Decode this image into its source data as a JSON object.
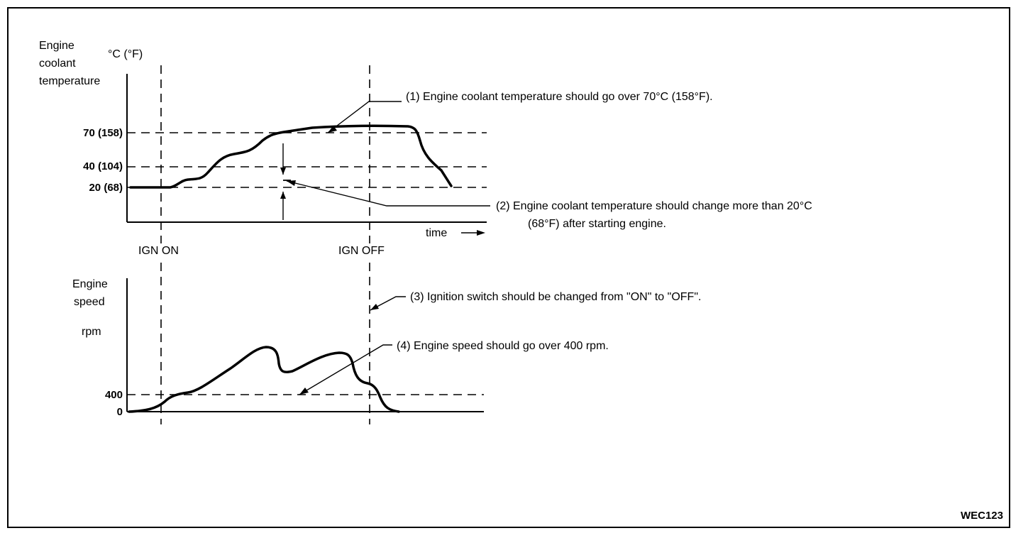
{
  "temp_chart": {
    "ylabel_lines": [
      "Engine",
      "coolant",
      "temperature"
    ],
    "unit": "°C (°F)",
    "ticks": [
      "70 (158)",
      "40 (104)",
      "20 (68)"
    ],
    "time_label": "time"
  },
  "events": {
    "ign_on": "IGN ON",
    "ign_off": "IGN OFF"
  },
  "speed_chart": {
    "ylabel_lines": [
      "Engine",
      "speed"
    ],
    "unit": "rpm",
    "ticks": [
      "400",
      "0"
    ]
  },
  "notes": {
    "n1": "(1)   Engine coolant temperature should go over 70°C (158°F).",
    "n2_line1": "(2)   Engine coolant temperature should change more than 20°C",
    "n2_line2": "(68°F) after starting engine.",
    "n3": "(3)   Ignition switch should be changed from \"ON\" to \"OFF\".",
    "n4": "(4)   Engine speed should go over 400 rpm."
  },
  "figure_code": "WEC123",
  "colors": {
    "ink": "#000000",
    "paper": "#ffffff"
  }
}
